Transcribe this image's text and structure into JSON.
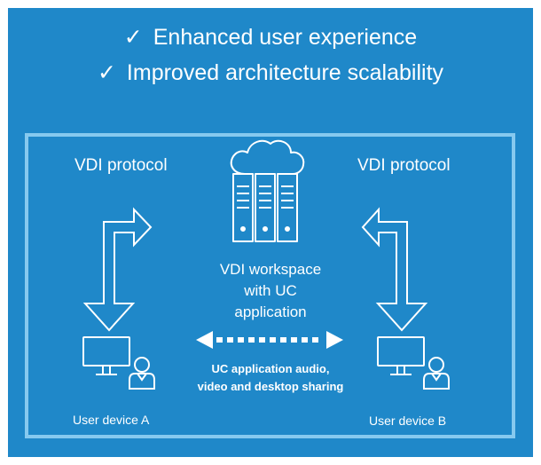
{
  "benefits": [
    {
      "icon": "checkmark-icon",
      "text": "Enhanced user experience"
    },
    {
      "icon": "checkmark-icon",
      "text": "Improved architecture scalability"
    }
  ],
  "diagram": {
    "left_protocol_label": "VDI protocol",
    "right_protocol_label": "VDI protocol",
    "workspace_label_lines": [
      "VDI workspace",
      "with UC",
      "application"
    ],
    "sharing_label_lines": [
      "UC application audio,",
      "video and desktop sharing"
    ],
    "device_a_label": "User device A",
    "device_b_label": "User device B",
    "colors": {
      "background": "#1f88c9",
      "frame": "#86c9ef",
      "foreground": "#ffffff"
    }
  }
}
